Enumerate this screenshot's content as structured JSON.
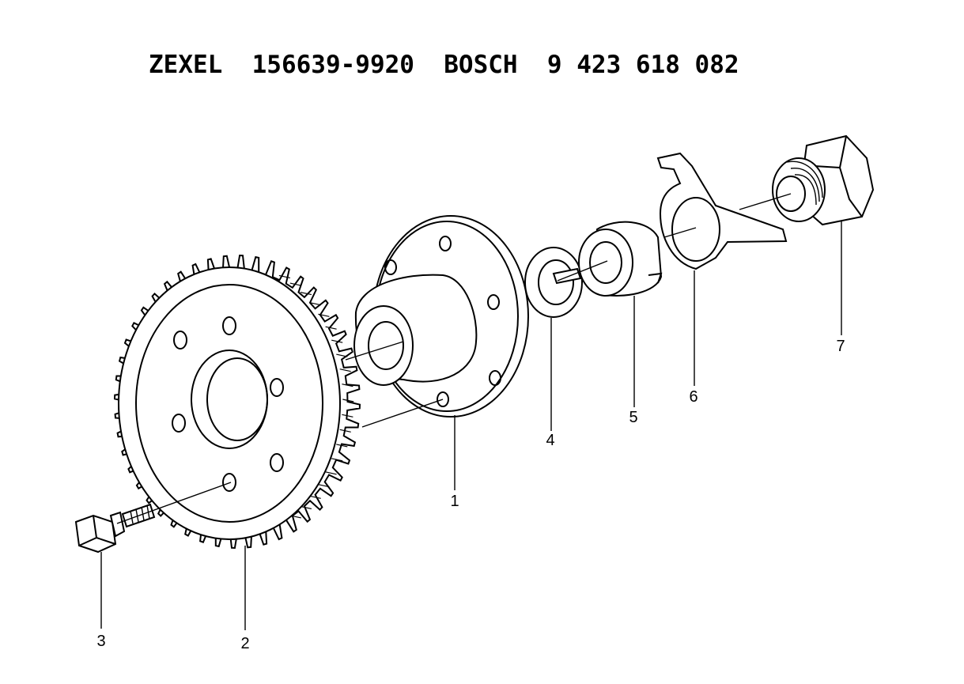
{
  "title": "ZEXEL  156639-9920  BOSCH  9 423 618 082",
  "callouts": [
    {
      "id": "1",
      "label": "1"
    },
    {
      "id": "2",
      "label": "2"
    },
    {
      "id": "3",
      "label": "3"
    },
    {
      "id": "4",
      "label": "4"
    },
    {
      "id": "5",
      "label": "5"
    },
    {
      "id": "6",
      "label": "6"
    },
    {
      "id": "7",
      "label": "7"
    }
  ]
}
